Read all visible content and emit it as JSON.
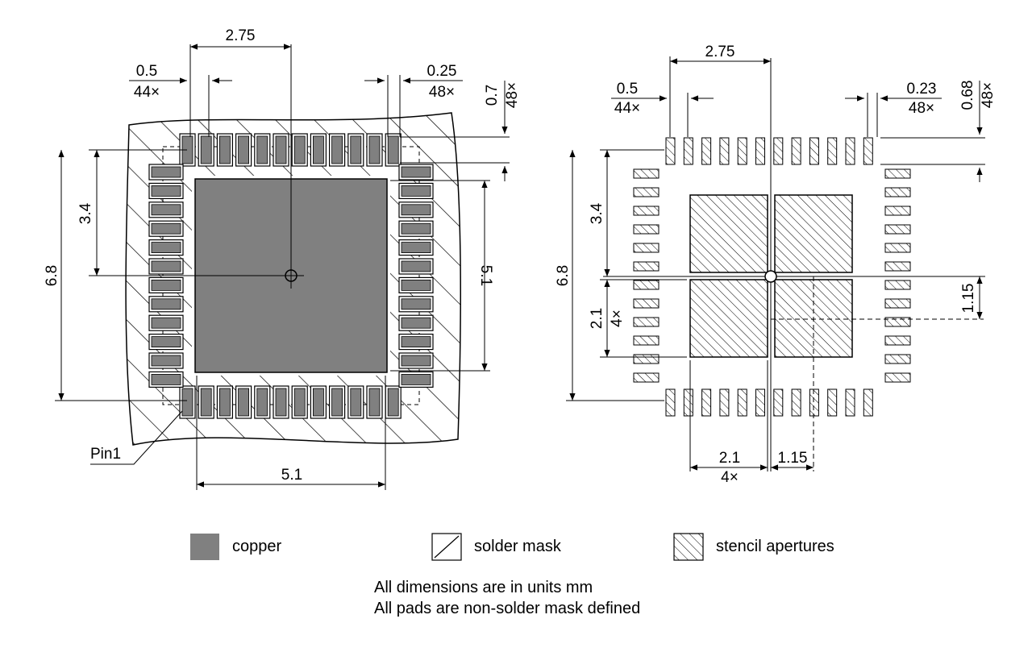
{
  "left_view": {
    "dims": {
      "pitch_top": "2.75",
      "pad_width": "0.5",
      "pad_width_count": "44×",
      "pad_gap": "0.25",
      "pad_gap_count": "48×",
      "pad_length": "0.7",
      "pad_length_count": "48×",
      "center_offset": "3.4",
      "pad_span": "6.8",
      "ep_height": "5.1",
      "ep_width": "5.1"
    },
    "pin1_label": "Pin1"
  },
  "right_view": {
    "dims": {
      "pitch_top": "2.75",
      "pad_width": "0.5",
      "pad_width_count": "44×",
      "pad_gap": "0.23",
      "pad_gap_count": "48×",
      "pad_length": "0.68",
      "pad_length_count": "48×",
      "center_offset": "3.4",
      "pad_span": "6.8",
      "aperture_size_v": "2.1",
      "aperture_count_v": "4×",
      "aperture_gap_v": "1.15",
      "aperture_size_h": "2.1",
      "aperture_count_h": "4×",
      "aperture_gap_h": "1.15"
    }
  },
  "legend": {
    "copper": "copper",
    "solder_mask": "solder mask",
    "stencil": "stencil apertures"
  },
  "notes": {
    "units": "All dimensions are in units mm",
    "pads": "All pads are non-solder mask defined"
  },
  "colors": {
    "copper": "#808080",
    "line": "#000000",
    "background": "#ffffff"
  }
}
